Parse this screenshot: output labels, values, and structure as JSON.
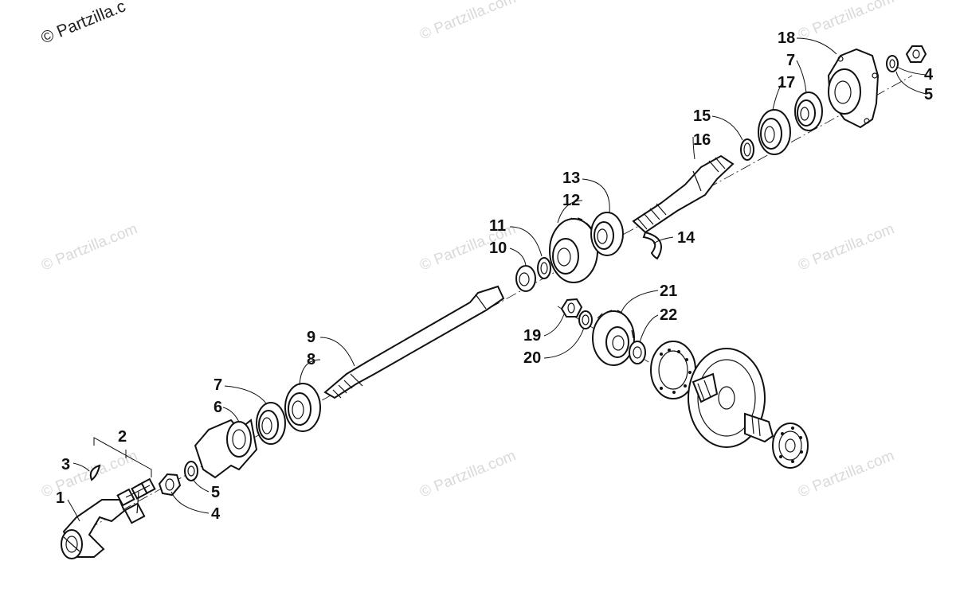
{
  "watermark": {
    "text": "© Partzilla.com",
    "corner_text": "© Partzilla.c"
  },
  "labels": [
    {
      "id": "1",
      "text": "1"
    },
    {
      "id": "2",
      "text": "2"
    },
    {
      "id": "3",
      "text": "3"
    },
    {
      "id": "4a",
      "text": "4"
    },
    {
      "id": "5a",
      "text": "5"
    },
    {
      "id": "6",
      "text": "6"
    },
    {
      "id": "7a",
      "text": "7"
    },
    {
      "id": "8",
      "text": "8"
    },
    {
      "id": "9",
      "text": "9"
    },
    {
      "id": "10",
      "text": "10"
    },
    {
      "id": "11",
      "text": "11"
    },
    {
      "id": "12",
      "text": "12"
    },
    {
      "id": "13",
      "text": "13"
    },
    {
      "id": "14",
      "text": "14"
    },
    {
      "id": "15",
      "text": "15"
    },
    {
      "id": "16",
      "text": "16"
    },
    {
      "id": "17",
      "text": "17"
    },
    {
      "id": "7b",
      "text": "7"
    },
    {
      "id": "18",
      "text": "18"
    },
    {
      "id": "4b",
      "text": "4"
    },
    {
      "id": "5b",
      "text": "5"
    },
    {
      "id": "19",
      "text": "19"
    },
    {
      "id": "20",
      "text": "20"
    },
    {
      "id": "21",
      "text": "21"
    },
    {
      "id": "22",
      "text": "22"
    }
  ]
}
